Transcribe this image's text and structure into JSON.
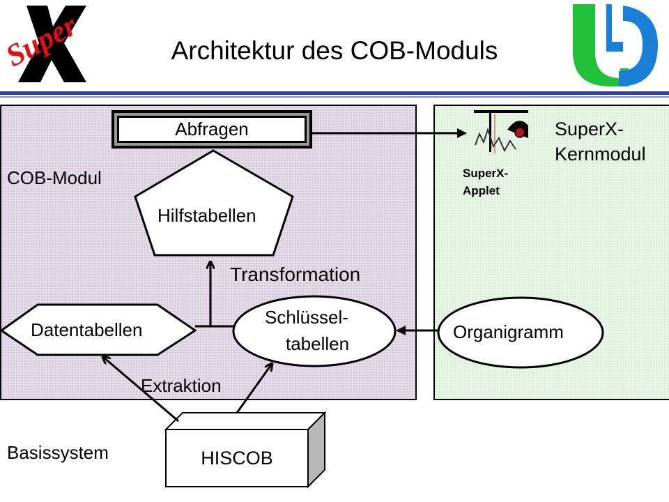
{
  "header": {
    "title": "Architektur des COB-Moduls",
    "logo_left_text": "Super",
    "logo_left_mark": "X"
  },
  "diagram": {
    "cob_modul_label": "COB-Modul",
    "kernmodul_label_line1": "SuperX-",
    "kernmodul_label_line2": "Kernmodul",
    "applet_label_line1": "SuperX-",
    "applet_label_line2": "Applet",
    "abfragen": "Abfragen",
    "hilfstabellen": "Hilfstabellen",
    "transformation": "Transformation",
    "datentabellen": "Datentabellen",
    "schluessel_line1": "Schlüssel-",
    "schluessel_line2": "tabellen",
    "organigramm": "Organigramm",
    "extraktion": "Extraktion",
    "basissystem": "Basissystem",
    "hiscob": "HISCOB"
  },
  "colors": {
    "cob_panel": "#e6dbe8",
    "kern_panel": "#e9f6e7",
    "rule_blue": "#2e3fb0",
    "logo_red": "#e01010",
    "logo_green": "#22c03a",
    "logo_blue": "#1a7fd6"
  },
  "icons": [
    "superx-logo-icon",
    "university-logo-icon",
    "applet-icon"
  ]
}
